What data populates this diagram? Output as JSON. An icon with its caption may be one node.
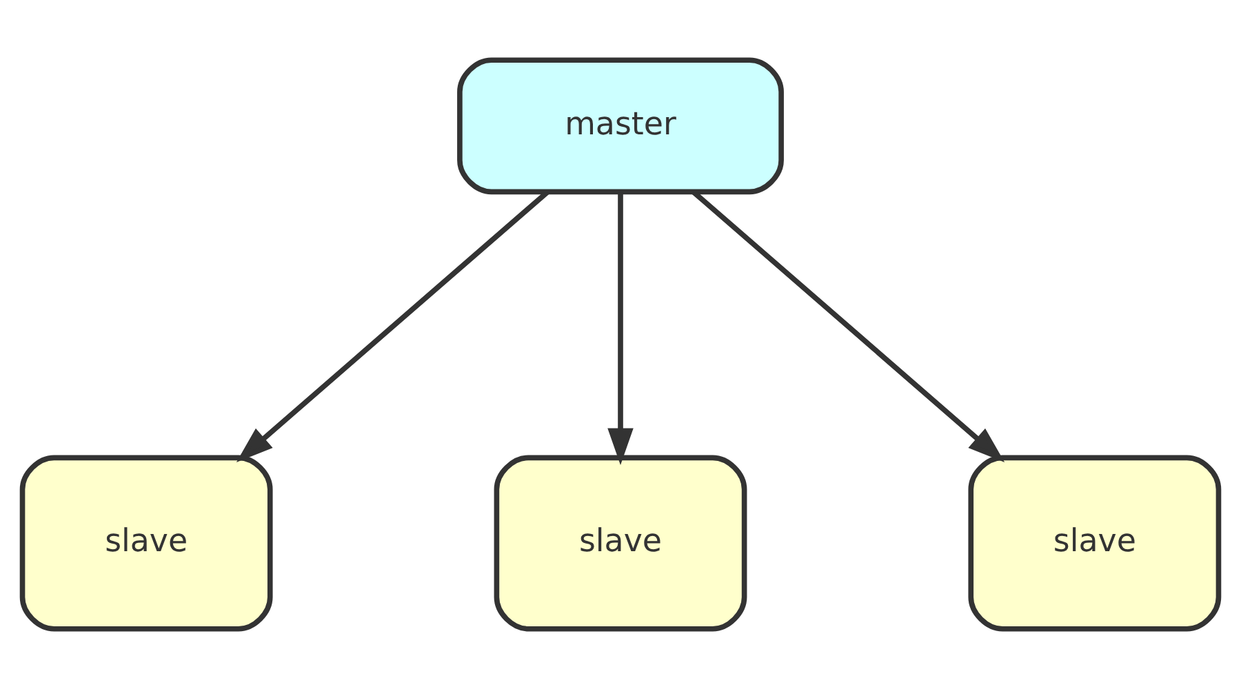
{
  "diagram": {
    "nodes": [
      {
        "text": [
          "master"
        ]
      },
      {
        "text": [
          "slave"
        ]
      },
      {
        "text": [
          "slave"
        ]
      },
      {
        "text": [
          "slave"
        ]
      }
    ],
    "edges": [
      {
        "from": 0,
        "to": 1,
        "arrow": "to"
      },
      {
        "from": 0,
        "to": 2,
        "arrow": "to"
      },
      {
        "from": 0,
        "to": 3,
        "arrow": "to"
      }
    ]
  }
}
